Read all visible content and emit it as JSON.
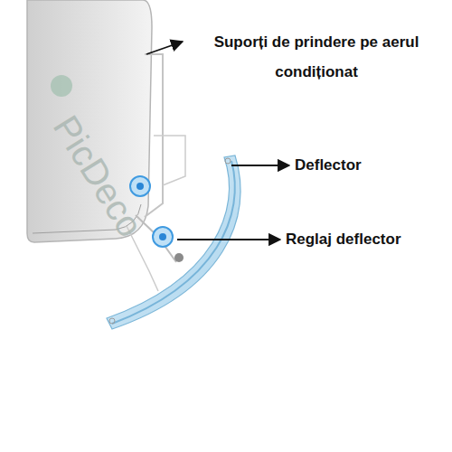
{
  "diagram": {
    "labels": [
      "Suporți de prindere pe aerul condiționat",
      "Deflector",
      "Reglaj deflector",
      "PicDeco"
    ]
  }
}
